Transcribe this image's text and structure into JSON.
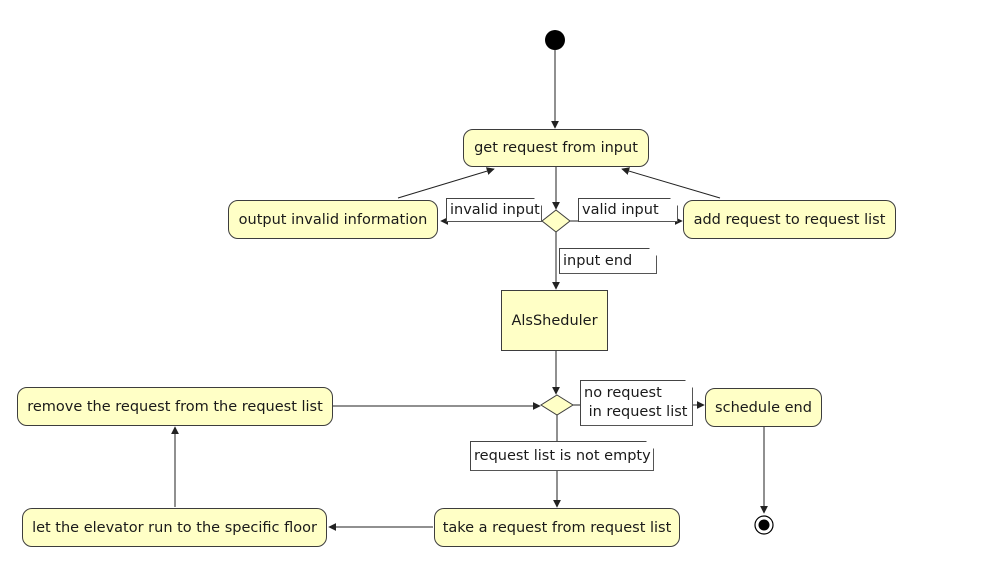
{
  "nodes": {
    "get_request": "get request from input",
    "invalid_output": "output invalid information",
    "add_request": "add request to request list",
    "scheduler": "AlsSheduler",
    "remove_request": "remove the request from the request list",
    "schedule_end": "schedule end",
    "run_elevator": "let the elevator run to the specific floor",
    "take_request": "take a request from request list"
  },
  "labels": {
    "invalid_input": "invalid input",
    "valid_input": "valid input",
    "input_end": "input end",
    "no_request_line1": "no request",
    "no_request_line2": " in request list",
    "list_not_empty": "request list is not empty"
  },
  "colors": {
    "node_fill": "#ffffc6",
    "stroke": "#3d3d3d"
  }
}
